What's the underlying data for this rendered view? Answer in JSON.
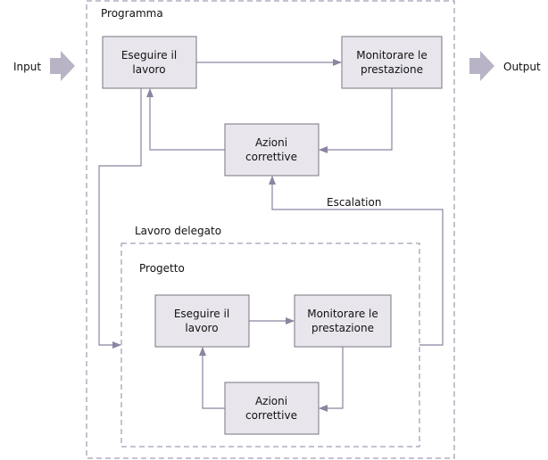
{
  "io": {
    "input": "Input",
    "output": "Output"
  },
  "programma": {
    "label": "Programma",
    "box_work": [
      "Eseguire il",
      "lavoro"
    ],
    "box_monitor": [
      "Monitorare le",
      "prestazione"
    ],
    "box_actions": [
      "Azioni",
      "correttive"
    ]
  },
  "escalation": "Escalation",
  "delegated": {
    "label": "Lavoro delegato",
    "project_label": "Progetto",
    "box_work": [
      "Eseguire il",
      "lavoro"
    ],
    "box_monitor": [
      "Monitorare le",
      "prestazione"
    ],
    "box_actions": [
      "Azioni",
      "correttive"
    ]
  },
  "colors": {
    "box_fill": "#e8e6ec",
    "line": "#8c84a0",
    "arrow_fill": "#b9b3c6"
  }
}
